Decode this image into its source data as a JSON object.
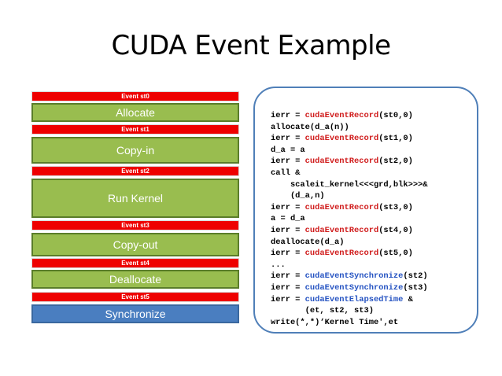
{
  "title": "CUDA Event Example",
  "events": [
    {
      "label": "Event st0"
    },
    {
      "label": "Event st1"
    },
    {
      "label": "Event st2"
    },
    {
      "label": "Event st3"
    },
    {
      "label": "Event st4"
    },
    {
      "label": "Event st5"
    }
  ],
  "steps": [
    {
      "label": "Allocate"
    },
    {
      "label": "Copy-in"
    },
    {
      "label": "Run Kernel"
    },
    {
      "label": "Copy-out"
    },
    {
      "label": "Deallocate"
    },
    {
      "label": "Synchronize"
    }
  ],
  "code": [
    [
      {
        "t": "ierr = "
      },
      {
        "t": "cudaEventRecord",
        "c": "r"
      },
      {
        "t": "(st0,0)"
      }
    ],
    [
      {
        "t": "allocate(d_a(n))"
      }
    ],
    [
      {
        "t": "ierr = "
      },
      {
        "t": "cudaEventRecord",
        "c": "r"
      },
      {
        "t": "(st1,0)"
      }
    ],
    [
      {
        "t": "d_a = a"
      }
    ],
    [
      {
        "t": "ierr = "
      },
      {
        "t": "cudaEventRecord",
        "c": "r"
      },
      {
        "t": "(st2,0)"
      }
    ],
    [
      {
        "t": "call &"
      }
    ],
    [
      {
        "t": "    scaleit_kernel<<<grd,blk>>>&"
      }
    ],
    [
      {
        "t": "    (d_a,n)"
      }
    ],
    [
      {
        "t": "ierr = "
      },
      {
        "t": "cudaEventRecord",
        "c": "r"
      },
      {
        "t": "(st3,0)"
      }
    ],
    [
      {
        "t": "a = d_a"
      }
    ],
    [
      {
        "t": "ierr = "
      },
      {
        "t": "cudaEventRecord",
        "c": "r"
      },
      {
        "t": "(st4,0)"
      }
    ],
    [
      {
        "t": "deallocate(d_a)"
      }
    ],
    [
      {
        "t": "ierr = "
      },
      {
        "t": "cudaEventRecord",
        "c": "r"
      },
      {
        "t": "(st5,0)"
      }
    ],
    [
      {
        "t": "..."
      }
    ],
    [
      {
        "t": "ierr = "
      },
      {
        "t": "cudaEventSynchronize",
        "c": "b"
      },
      {
        "t": "(st2)"
      }
    ],
    [
      {
        "t": "ierr = "
      },
      {
        "t": "cudaEventSynchronize",
        "c": "b"
      },
      {
        "t": "(st3)"
      }
    ],
    [
      {
        "t": "ierr = "
      },
      {
        "t": "cudaEventElapsedTime",
        "c": "b"
      },
      {
        "t": " &"
      }
    ],
    [
      {
        "t": "       (et, st2, st3)"
      }
    ],
    [
      {
        "t": "write(*,*)‘Kernel Time',et"
      }
    ]
  ],
  "colors": {
    "event_red": "#ee0000",
    "step_green": "#99bd4f",
    "step_blue": "#4a7ec0",
    "code_red": "#d01c1c",
    "code_blue": "#2553c2",
    "box_border": "#4f7fb8"
  }
}
